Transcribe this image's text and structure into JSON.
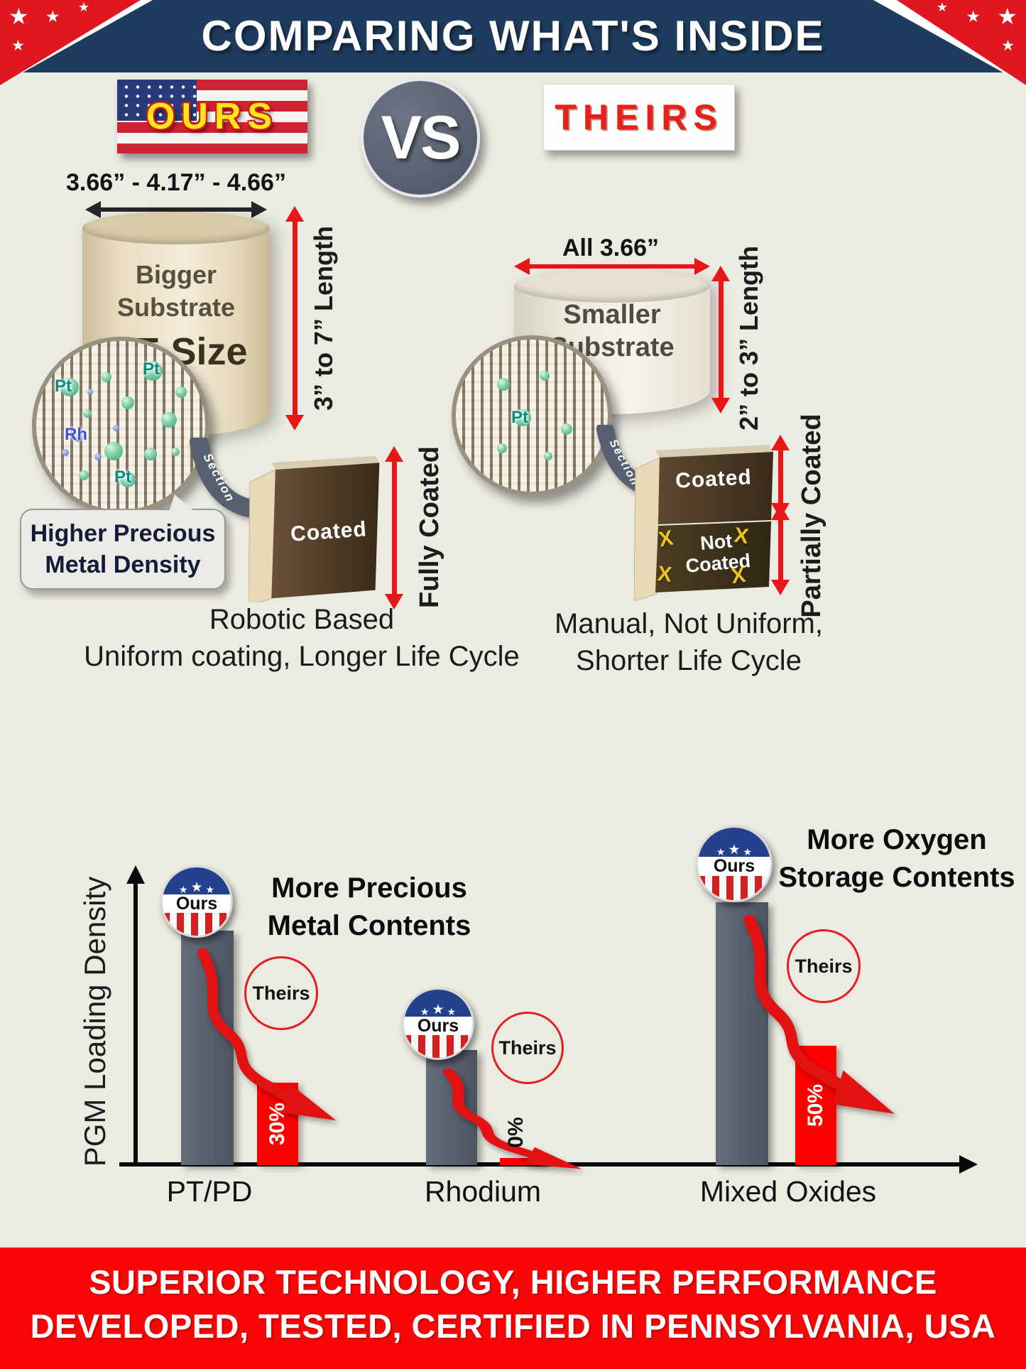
{
  "icons": {
    "star": "★",
    "x_mark": "X"
  },
  "header": {
    "title": "COMPARING WHAT'S INSIDE"
  },
  "versus": {
    "ours": "OURS",
    "vs": "VS",
    "theirs": "THEIRS"
  },
  "ours": {
    "diameter": "3.66” - 4.17” - 4.66”",
    "substrate_line1": "Bigger",
    "substrate_line2": "Substrate",
    "substrate_line3": "OE Size",
    "length": "3” to 7” Length",
    "particles": {
      "pt_a": "Pt",
      "pt_b": "Pt",
      "rh": "Rh",
      "pt_c": "Pt"
    },
    "bubble_line1": "Higher Precious",
    "bubble_line2": "Metal Density",
    "section": "Section",
    "coated": "Coated",
    "coverage": "Fully Coated",
    "caption_line1": "Robotic  Based",
    "caption_line2": "Uniform coating, Longer Life Cycle"
  },
  "theirs": {
    "diameter": "All 3.66”",
    "substrate_line1": "Smaller",
    "substrate_line2": "Substrate",
    "length": "2” to 3” Length",
    "particles": {
      "pt_a": "Pt"
    },
    "section": "Section",
    "coated": "Coated",
    "not_coated": "Not Coated",
    "coverage": "Partially Coated",
    "caption_line1": "Manual, Not Uniform,",
    "caption_line2": "Shorter Life Cycle"
  },
  "chart": {
    "ylabel": "PGM Loading Density",
    "annotation1_line1": "More Precious",
    "annotation1_line2": "Metal Contents",
    "annotation2_line1": "More Oxygen",
    "annotation2_line2": "Storage Contents",
    "ours_badge": "Ours",
    "theirs_badge": "Theirs",
    "categories": [
      "PT/PD",
      "Rhodium",
      "Mixed Oxides"
    ],
    "theirs_value_labels": [
      "30%",
      "0%",
      "50%"
    ]
  },
  "footer": {
    "line1": "SUPERIOR TECHNOLOGY, HIGHER PERFORMANCE",
    "line2": "DEVELOPED, TESTED, CERTIFIED IN PENNSYLVANIA, USA"
  },
  "colors": {
    "header_navy": "#1e3c5e",
    "accent_red": "#e81616",
    "bar_gray": "#565c6a",
    "bar_red": "#fe0202",
    "footer_red": "#fb0606",
    "flag_yellow": "#ffe81a"
  },
  "chart_data": {
    "type": "bar",
    "title": "",
    "ylabel": "PGM Loading Density",
    "categories": [
      "PT/PD",
      "Rhodium",
      "Mixed Oxides"
    ],
    "series": [
      {
        "name": "Ours",
        "values": [
          83,
          41,
          93
        ]
      },
      {
        "name": "Theirs",
        "values": [
          29,
          1,
          42
        ],
        "data_labels": [
          "30%",
          "0%",
          "50%"
        ]
      }
    ],
    "ylim": [
      0,
      100
    ],
    "grid": false,
    "legend_position": "badges-above-bars",
    "annotations": [
      "More Precious Metal Contents",
      "More Oxygen Storage Contents"
    ]
  }
}
